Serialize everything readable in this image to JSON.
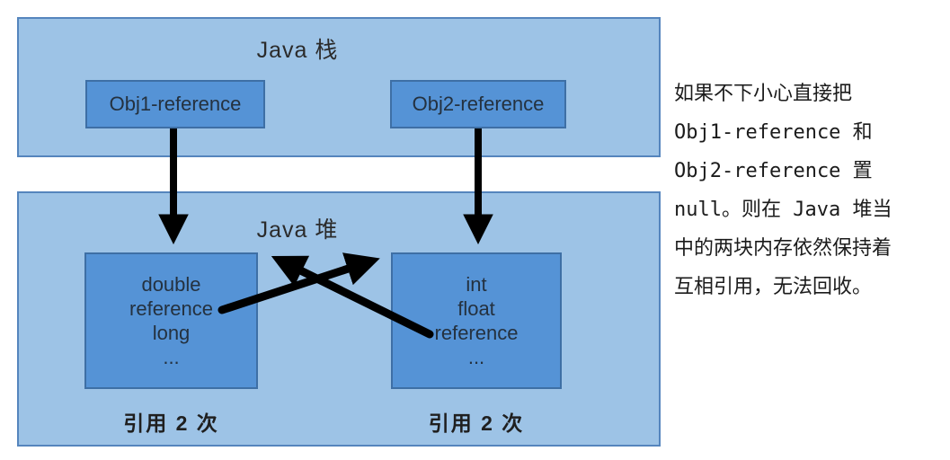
{
  "diagram": {
    "stack": {
      "title": "Java 栈",
      "obj1_box_label": "Obj1-reference",
      "obj2_box_label": "Obj2-reference"
    },
    "heap": {
      "title": "Java 堆",
      "left_box_lines": [
        "double",
        "reference",
        "long",
        "..."
      ],
      "right_box_lines": [
        "int",
        "float",
        "reference",
        "..."
      ],
      "left_box_caption": "引用 2 次",
      "right_box_caption": "引用 2 次"
    },
    "arrows": [
      "obj1-reference-to-left-heap-object",
      "obj2-reference-to-right-heap-object",
      "left-object-reference-to-right-object",
      "right-object-reference-to-left-object"
    ],
    "colors": {
      "panel_fill": "#9DC3E6",
      "panel_border": "#5585BD",
      "box_fill": "#5593D6",
      "box_border": "#3E6FA5",
      "arrow": "#000000"
    }
  },
  "side_note": {
    "lines": [
      "如果不下小心直接把",
      "Obj1-reference 和",
      "Obj2-reference 置",
      "null。则在 Java 堆当",
      "中的两块内存依然保持着",
      "互相引用，无法回收。"
    ]
  }
}
